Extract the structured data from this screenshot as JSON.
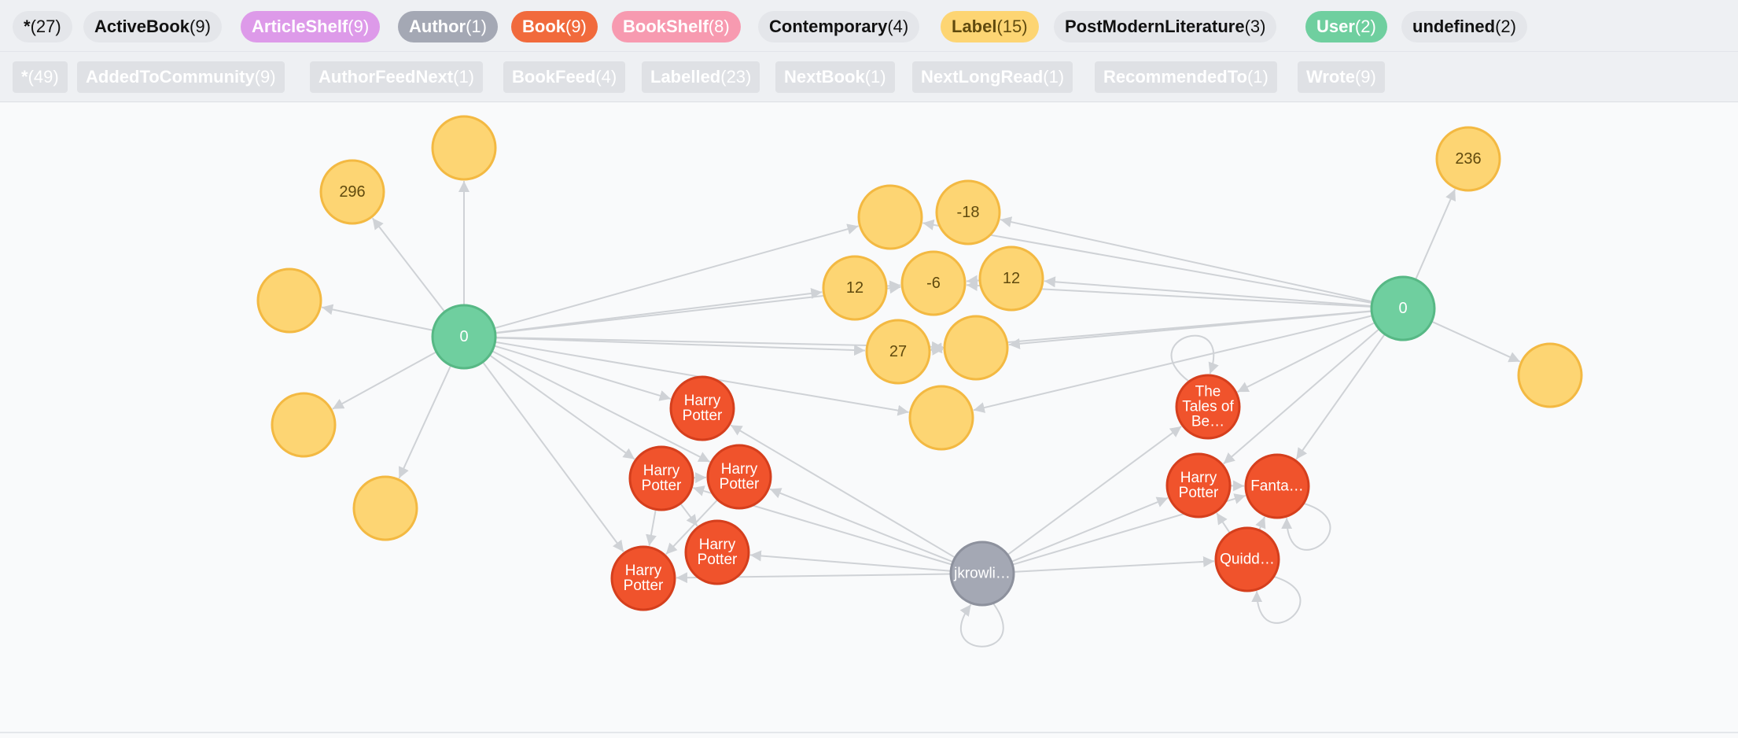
{
  "node_labels": [
    {
      "name": "*",
      "count": "(27)",
      "bg": "#e4e6ea",
      "fg": "#111111"
    },
    {
      "name": "ActiveBook",
      "count": "(9)",
      "bg": "#e4e6ea",
      "fg": "#111111"
    },
    {
      "name": "ArticleShelf",
      "count": "(9)",
      "bg": "#dd9ae9",
      "fg": "#ffffff"
    },
    {
      "name": "Author",
      "count": "(1)",
      "bg": "#a4a8b4",
      "fg": "#ffffff"
    },
    {
      "name": "Book",
      "count": "(9)",
      "bg": "#f16a3c",
      "fg": "#ffffff"
    },
    {
      "name": "BookShelf",
      "count": "(8)",
      "bg": "#f79ab0",
      "fg": "#ffffff"
    },
    {
      "name": "Contemporary",
      "count": "(4)",
      "bg": "#e4e6ea",
      "fg": "#111111"
    },
    {
      "name": "Label",
      "count": "(15)",
      "bg": "#fdd573",
      "fg": "#604a0e"
    },
    {
      "name": "PostModernLiterature",
      "count": "(3)",
      "bg": "#e4e6ea",
      "fg": "#111111"
    },
    {
      "name": "User",
      "count": "(2)",
      "bg": "#6fcf9f",
      "fg": "#ffffff"
    },
    {
      "name": "undefined",
      "count": "(2)",
      "bg": "#e4e6ea",
      "fg": "#111111"
    }
  ],
  "relationship_types": [
    {
      "name": "*",
      "count": "(49)"
    },
    {
      "name": "AddedToCommunity",
      "count": "(9)"
    },
    {
      "name": "AuthorFeedNext",
      "count": "(1)"
    },
    {
      "name": "BookFeed",
      "count": "(4)"
    },
    {
      "name": "Labelled",
      "count": "(23)"
    },
    {
      "name": "NextBook",
      "count": "(1)"
    },
    {
      "name": "NextLongRead",
      "count": "(1)"
    },
    {
      "name": "RecommendedTo",
      "count": "(1)"
    },
    {
      "name": "Wrote",
      "count": "(9)"
    }
  ],
  "colors": {
    "label_fill": "#fdd573",
    "label_stroke": "#f3b942",
    "label_text": "#604a0e",
    "user_fill": "#6fcf9f",
    "user_stroke": "#57b885",
    "book_fill": "#f0532c",
    "book_stroke": "#d53f1d",
    "author_fill": "#a4a8b4",
    "author_stroke": "#8d919d",
    "edge": "#cfd2d6"
  },
  "graph": {
    "nodes": [
      {
        "id": "u1",
        "type": "user",
        "lines": [
          "0"
        ]
      },
      {
        "id": "u2",
        "type": "user",
        "lines": [
          "0"
        ]
      },
      {
        "id": "a1",
        "type": "author",
        "lines": [
          "jkrowli…"
        ]
      },
      {
        "id": "l1",
        "type": "label",
        "lines": [
          "296"
        ]
      },
      {
        "id": "l2",
        "type": "label",
        "lines": [
          ""
        ]
      },
      {
        "id": "l3",
        "type": "label",
        "lines": [
          ""
        ]
      },
      {
        "id": "l4",
        "type": "label",
        "lines": [
          ""
        ]
      },
      {
        "id": "l5",
        "type": "label",
        "lines": [
          ""
        ]
      },
      {
        "id": "l6",
        "type": "label",
        "lines": [
          ""
        ]
      },
      {
        "id": "l7",
        "type": "label",
        "lines": [
          "-18"
        ]
      },
      {
        "id": "l8",
        "type": "label",
        "lines": [
          "12"
        ]
      },
      {
        "id": "l9",
        "type": "label",
        "lines": [
          "-6"
        ]
      },
      {
        "id": "l10",
        "type": "label",
        "lines": [
          "12"
        ]
      },
      {
        "id": "l11",
        "type": "label",
        "lines": [
          "27"
        ]
      },
      {
        "id": "l12",
        "type": "label",
        "lines": [
          ""
        ]
      },
      {
        "id": "l13",
        "type": "label",
        "lines": [
          ""
        ]
      },
      {
        "id": "l14",
        "type": "label",
        "lines": [
          "236"
        ]
      },
      {
        "id": "l15",
        "type": "label",
        "lines": [
          ""
        ]
      },
      {
        "id": "b1",
        "type": "book",
        "lines": [
          "Harry",
          "Potter"
        ]
      },
      {
        "id": "b2",
        "type": "book",
        "lines": [
          "Harry",
          "Potter"
        ]
      },
      {
        "id": "b3",
        "type": "book",
        "lines": [
          "Harry",
          "Potter"
        ]
      },
      {
        "id": "b4",
        "type": "book",
        "lines": [
          "Harry",
          "Potter"
        ]
      },
      {
        "id": "b5",
        "type": "book",
        "lines": [
          "Harry",
          "Potter"
        ]
      },
      {
        "id": "b6",
        "type": "book",
        "lines": [
          "The",
          "Tales of",
          "Be…"
        ]
      },
      {
        "id": "b7",
        "type": "book",
        "lines": [
          "Harry",
          "Potter"
        ]
      },
      {
        "id": "b8",
        "type": "book",
        "lines": [
          "Fanta…"
        ]
      },
      {
        "id": "b9",
        "type": "book",
        "lines": [
          "Quidd…"
        ]
      }
    ],
    "edges": [
      [
        "u1",
        "l1"
      ],
      [
        "u1",
        "l2"
      ],
      [
        "u1",
        "l3"
      ],
      [
        "u1",
        "l4"
      ],
      [
        "u1",
        "l5"
      ],
      [
        "u1",
        "l6"
      ],
      [
        "u1",
        "l8"
      ],
      [
        "u1",
        "l9"
      ],
      [
        "u1",
        "l11"
      ],
      [
        "u1",
        "l12"
      ],
      [
        "u1",
        "l13"
      ],
      [
        "u1",
        "b1"
      ],
      [
        "u1",
        "b2"
      ],
      [
        "u1",
        "b3"
      ],
      [
        "u1",
        "b4"
      ],
      [
        "u2",
        "l14"
      ],
      [
        "u2",
        "l15"
      ],
      [
        "u2",
        "l7"
      ],
      [
        "u2",
        "l10"
      ],
      [
        "u2",
        "l6"
      ],
      [
        "u2",
        "l12"
      ],
      [
        "u2",
        "l13"
      ],
      [
        "u2",
        "l9"
      ],
      [
        "u2",
        "l11"
      ],
      [
        "u2",
        "b6"
      ],
      [
        "u2",
        "b7"
      ],
      [
        "u2",
        "b8"
      ],
      [
        "a1",
        "b1"
      ],
      [
        "a1",
        "b2"
      ],
      [
        "a1",
        "b3"
      ],
      [
        "a1",
        "b4"
      ],
      [
        "a1",
        "b5"
      ],
      [
        "a1",
        "b6"
      ],
      [
        "a1",
        "b7"
      ],
      [
        "a1",
        "b9"
      ],
      [
        "a1",
        "b8"
      ],
      [
        "b2",
        "b4"
      ],
      [
        "b2",
        "b5"
      ],
      [
        "b2",
        "b3"
      ],
      [
        "b3",
        "b4"
      ],
      [
        "b9",
        "b7"
      ],
      [
        "b9",
        "b8"
      ],
      [
        "b7",
        "b8"
      ],
      [
        "l8",
        "l9"
      ],
      [
        "l10",
        "l9"
      ],
      [
        "l11",
        "l12"
      ]
    ],
    "loops": [
      "a1",
      "b9",
      "b8",
      "b6"
    ]
  }
}
